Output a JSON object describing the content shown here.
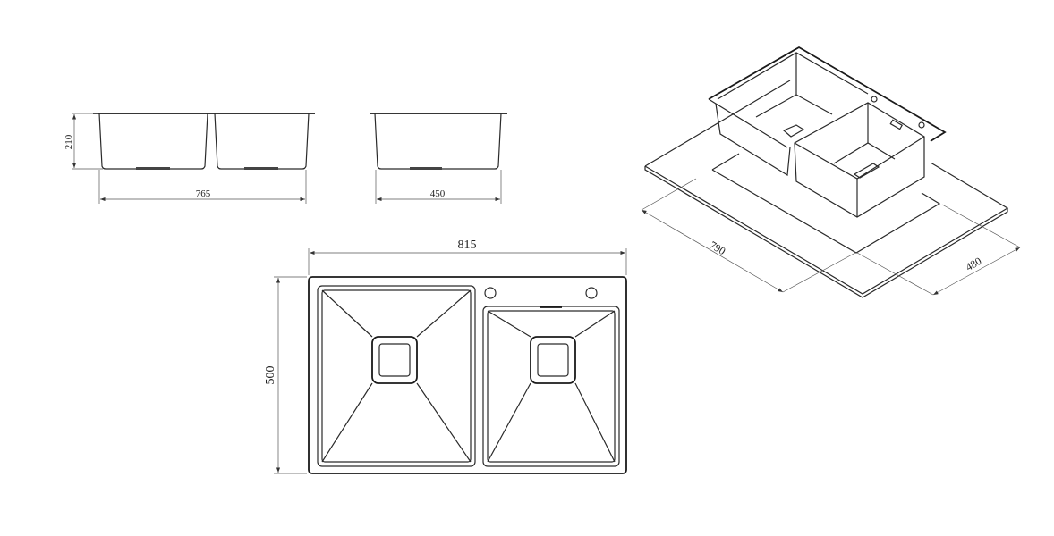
{
  "drawing": {
    "front_elevation": {
      "height_label": "210",
      "width_label": "765"
    },
    "side_elevation": {
      "width_label": "450"
    },
    "plan_view": {
      "width_label": "815",
      "depth_label": "500"
    },
    "isometric_view": {
      "cutout_length_label": "790",
      "cutout_width_label": "480"
    }
  },
  "colors": {
    "line": "#2a2a2a",
    "background": "#ffffff"
  }
}
